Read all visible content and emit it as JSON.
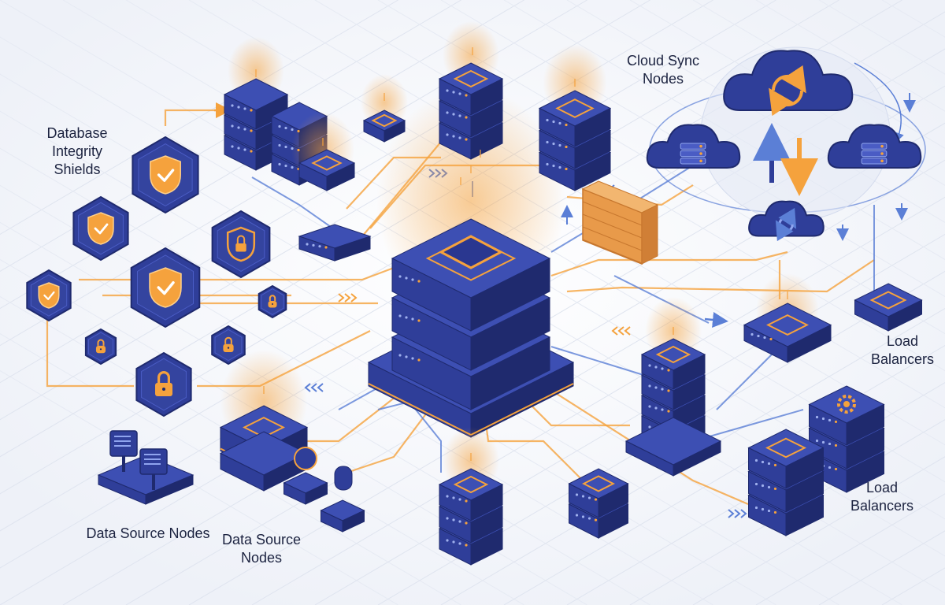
{
  "labels": {
    "database_integrity_shields": [
      "Database",
      "Integrity",
      "Shields"
    ],
    "cloud_sync_nodes": [
      "Cloud Sync",
      "Nodes"
    ],
    "load_balancers_upper": [
      "Load",
      "Balancers"
    ],
    "load_balancers_lower": [
      "Load",
      "Balancers"
    ],
    "data_source_nodes_left": "Data Source Nodes",
    "data_source_nodes_center": [
      "Data Source",
      "Nodes"
    ]
  },
  "colors": {
    "background": "#f4f6fb",
    "navy": "#2f3e99",
    "navy_dark": "#1f2a6e",
    "navy_top": "#3d4fb3",
    "orange": "#f5a23d",
    "blue_line": "#5b7fd6",
    "text": "#1c2340",
    "firewall": "#e89a4a"
  },
  "icons": {
    "shield": "shield-check-icon",
    "lock": "padlock-icon",
    "cloud": "cloud-icon",
    "sync": "sync-arrows-icon",
    "firewall": "brick-wall-icon",
    "server": "server-rack-icon",
    "gear": "gear-icon",
    "monitor": "monitor-icon"
  }
}
